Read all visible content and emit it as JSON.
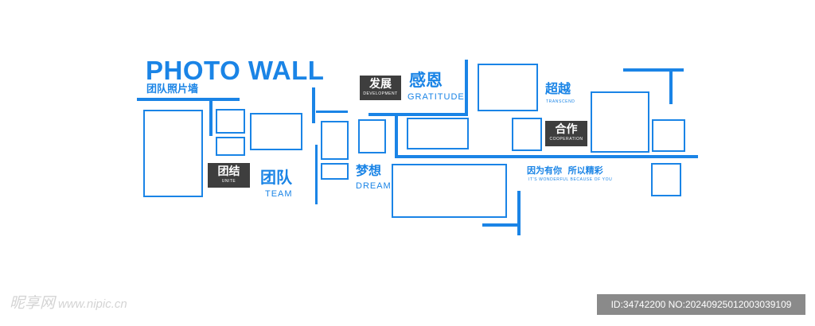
{
  "wall": {
    "title": "PHOTO WALL",
    "subtitle": "团队照片墙",
    "gratitude": {
      "cn": "感恩",
      "en": "GRATITUDE"
    },
    "transcend": {
      "cn": "超越",
      "en": "TRANSCEND"
    },
    "team": {
      "cn": "团队",
      "en": "TEAM"
    },
    "dream": {
      "cn": "梦想",
      "en": "DREAM"
    },
    "slogan": {
      "cn": "因为有你  所以精彩",
      "en": "IT'S WONDERFUL BECAUSE OF YOU"
    },
    "tags": {
      "development": {
        "cn": "发展",
        "en": "DEVELOPMENT"
      },
      "cooperation": {
        "cn": "合作",
        "en": "COOPERATION"
      },
      "unite": {
        "cn": "团结",
        "en": "UNITE"
      }
    },
    "accent_color": "#1a84e6",
    "tag_color": "#3e3e3e"
  },
  "watermark": {
    "left_logo": "昵享网",
    "left_site": "www.nipic.cn",
    "right_id": "ID:34742200 NO:20240925012003039109"
  }
}
